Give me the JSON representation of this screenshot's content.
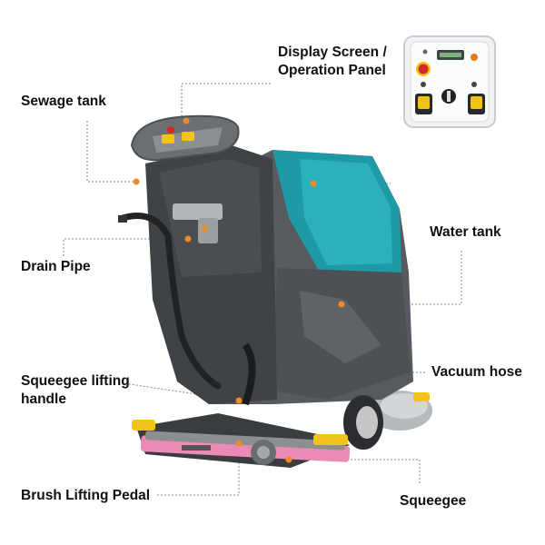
{
  "colors": {
    "body_gray": "#5b5f63",
    "body_dark": "#3d4043",
    "tank_teal": "#1e9aa6",
    "accent_yellow": "#f2c318",
    "squeegee_pink": "#e98bb4",
    "marker_orange": "#f08a24",
    "leader_line": "#8a8a8a"
  },
  "labels": {
    "display_screen_line1": "Display Screen /",
    "display_screen_line2": "Operation Panel",
    "sewage_tank": "Sewage tank",
    "drain_pipe": "Drain Pipe",
    "water_tank": "Water tank",
    "squeegee_lifting_line1": "Squeegee lifting",
    "squeegee_lifting_line2": "handle",
    "vacuum_hose": "Vacuum hose",
    "brush_lifting_pedal": "Brush Lifting Pedal",
    "squeegee": "Squeegee"
  },
  "icons": [
    "emergency-stop-icon",
    "fan-icon",
    "key-switch-icon",
    "lcd-display-icon"
  ]
}
